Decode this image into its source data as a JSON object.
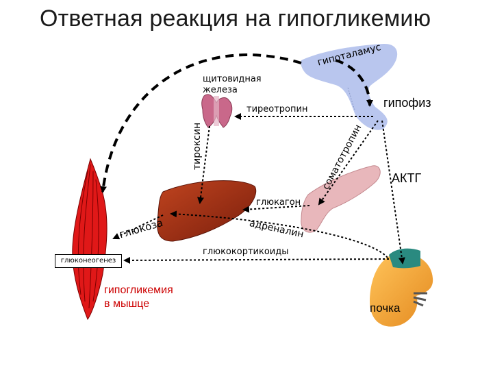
{
  "title": "Ответная реакция на гипогликемию",
  "labels": {
    "hypothalamus": "гипоталамус",
    "thyroid": "щитовидная железа",
    "thyrotropin": "тиреотропин",
    "pituitary": "гипофиз",
    "thyroxine": "тироксин",
    "somatotropin": "соматотропин",
    "acth": "АКТГ",
    "glucagon": "глюкагон",
    "glucose": "глюкоза",
    "adrenaline": "адреналин",
    "glucocorticoids": "глюкокортикоиды",
    "gluconeogenesis": "глюконеогенез",
    "muscle_hypoglycemia_line1": "гипогликемия",
    "muscle_hypoglycemia_line2": "в мышце",
    "kidney": "почка"
  },
  "colors": {
    "hypothalamus": "#b9c6ee",
    "thyroid": "#c9688a",
    "liver": "#9b2a14",
    "muscle": "#e01818",
    "pancreas": "#e8b7bb",
    "kidney": "#f3a93a",
    "adrenal": "#2a8a80",
    "text_red": "#cc0000"
  }
}
